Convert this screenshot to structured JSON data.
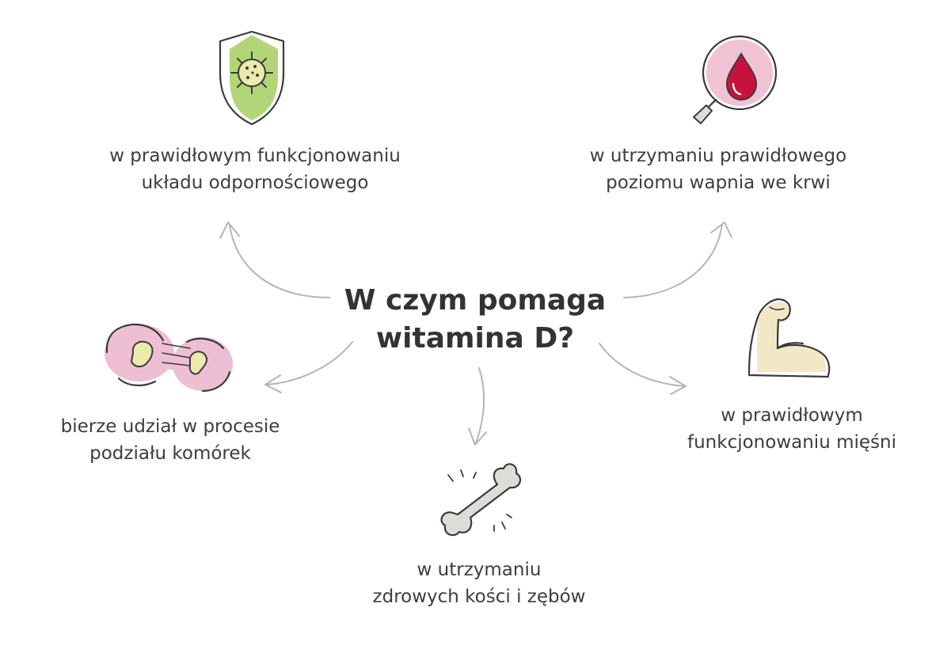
{
  "title": {
    "line1": "W czym pomaga",
    "line2": "witamina D?"
  },
  "benefits": [
    {
      "id": "immune",
      "icon": "shield-virus-icon",
      "line1": "w prawidłowym funkcjonowaniu",
      "line2": "układu odpornościowego"
    },
    {
      "id": "calcium",
      "icon": "blood-drop-magnifier-icon",
      "line1": "w utrzymaniu prawidłowego",
      "line2": "poziomu wapnia we krwi"
    },
    {
      "id": "cell",
      "icon": "cell-division-icon",
      "line1": "bierze udział w procesie",
      "line2": "podziału komórek"
    },
    {
      "id": "bone",
      "icon": "bone-icon",
      "line1": "w utrzymaniu",
      "line2": "zdrowych kości i zębów"
    },
    {
      "id": "muscle",
      "icon": "flexed-arm-icon",
      "line1": "w prawidłowym",
      "line2": "funkcjonowaniu mięśni"
    }
  ],
  "colors": {
    "shield": "#b2d57a",
    "lens": "#f0c2d4",
    "drop": "#c8123c",
    "cell": "#eebed3",
    "nucleus": "#ecebac",
    "bone": "#dcdcd8",
    "arm": "#f4e7c6",
    "arrow": "#b5b5b5",
    "text": "#3d3d3d"
  }
}
